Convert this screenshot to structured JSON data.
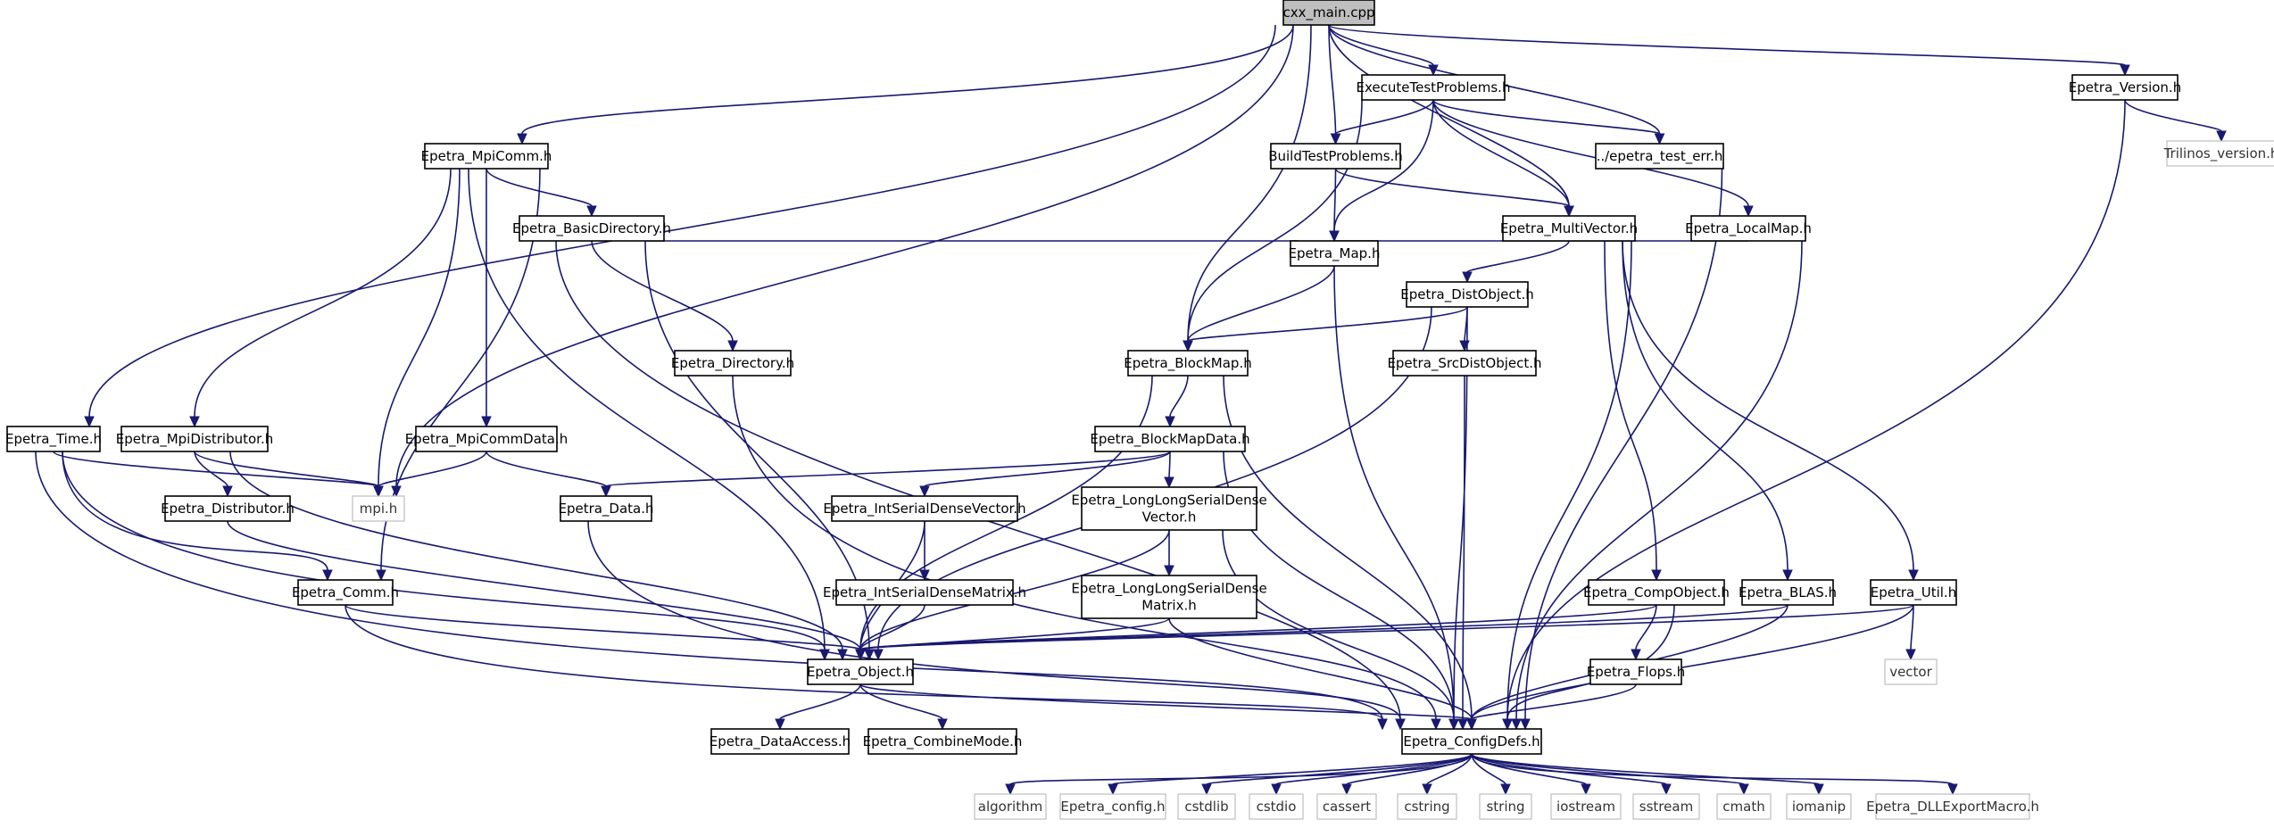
{
  "diagram": {
    "nodes": {
      "cxx_main": {
        "lines": [
          "cxx_main.cpp"
        ],
        "root": true
      },
      "ExecuteTestProblems": {
        "lines": [
          "ExecuteTestProblems.h"
        ]
      },
      "Epetra_Version": {
        "lines": [
          "Epetra_Version.h"
        ]
      },
      "Trilinos_version": {
        "lines": [
          "Trilinos_version.h"
        ],
        "grey": true
      },
      "Epetra_MpiComm": {
        "lines": [
          "Epetra_MpiComm.h"
        ]
      },
      "BuildTestProblems": {
        "lines": [
          "BuildTestProblems.h"
        ]
      },
      "epetra_test_err": {
        "lines": [
          "../epetra_test_err.h"
        ]
      },
      "Epetra_BasicDirectory": {
        "lines": [
          "Epetra_BasicDirectory.h"
        ]
      },
      "Epetra_MultiVector": {
        "lines": [
          "Epetra_MultiVector.h"
        ]
      },
      "Epetra_LocalMap": {
        "lines": [
          "Epetra_LocalMap.h"
        ]
      },
      "Epetra_Map": {
        "lines": [
          "Epetra_Map.h"
        ]
      },
      "Epetra_DistObject": {
        "lines": [
          "Epetra_DistObject.h"
        ]
      },
      "Epetra_Directory": {
        "lines": [
          "Epetra_Directory.h"
        ]
      },
      "Epetra_BlockMap": {
        "lines": [
          "Epetra_BlockMap.h"
        ]
      },
      "Epetra_SrcDistObject": {
        "lines": [
          "Epetra_SrcDistObject.h"
        ]
      },
      "Epetra_Time": {
        "lines": [
          "Epetra_Time.h"
        ]
      },
      "Epetra_MpiDistributor": {
        "lines": [
          "Epetra_MpiDistributor.h"
        ]
      },
      "Epetra_MpiCommData": {
        "lines": [
          "Epetra_MpiCommData.h"
        ]
      },
      "Epetra_BlockMapData": {
        "lines": [
          "Epetra_BlockMapData.h"
        ]
      },
      "mpi": {
        "lines": [
          "mpi.h"
        ],
        "grey": true
      },
      "Epetra_Distributor": {
        "lines": [
          "Epetra_Distributor.h"
        ]
      },
      "Epetra_Data": {
        "lines": [
          "Epetra_Data.h"
        ]
      },
      "Epetra_IntSerialDenseVector": {
        "lines": [
          "Epetra_IntSerialDenseVector.h"
        ]
      },
      "Epetra_LongLongSerialDenseVector": {
        "lines": [
          "Epetra_LongLongSerialDense",
          "Vector.h"
        ]
      },
      "Epetra_Comm": {
        "lines": [
          "Epetra_Comm.h"
        ]
      },
      "Epetra_IntSerialDenseMatrix": {
        "lines": [
          "Epetra_IntSerialDenseMatrix.h"
        ]
      },
      "Epetra_LongLongSerialDenseMatrix": {
        "lines": [
          "Epetra_LongLongSerialDense",
          "Matrix.h"
        ]
      },
      "Epetra_CompObject": {
        "lines": [
          "Epetra_CompObject.h"
        ]
      },
      "Epetra_BLAS": {
        "lines": [
          "Epetra_BLAS.h"
        ]
      },
      "Epetra_Util": {
        "lines": [
          "Epetra_Util.h"
        ]
      },
      "Epetra_Object": {
        "lines": [
          "Epetra_Object.h"
        ]
      },
      "Epetra_Flops": {
        "lines": [
          "Epetra_Flops.h"
        ]
      },
      "vector": {
        "lines": [
          "vector"
        ],
        "grey": true
      },
      "Epetra_ConfigDefs": {
        "lines": [
          "Epetra_ConfigDefs.h"
        ]
      },
      "Epetra_DataAccess": {
        "lines": [
          "Epetra_DataAccess.h"
        ]
      },
      "Epetra_CombineMode": {
        "lines": [
          "Epetra_CombineMode.h"
        ]
      },
      "algorithm": {
        "lines": [
          "algorithm"
        ],
        "grey": true
      },
      "Epetra_config": {
        "lines": [
          "Epetra_config.h"
        ],
        "grey": true
      },
      "cstdlib": {
        "lines": [
          "cstdlib"
        ],
        "grey": true
      },
      "cstdio": {
        "lines": [
          "cstdio"
        ],
        "grey": true
      },
      "cassert": {
        "lines": [
          "cassert"
        ],
        "grey": true
      },
      "cstring": {
        "lines": [
          "cstring"
        ],
        "grey": true
      },
      "string": {
        "lines": [
          "string"
        ],
        "grey": true
      },
      "iostream": {
        "lines": [
          "iostream"
        ],
        "grey": true
      },
      "sstream": {
        "lines": [
          "sstream"
        ],
        "grey": true
      },
      "cmath": {
        "lines": [
          "cmath"
        ],
        "grey": true
      },
      "iomanip": {
        "lines": [
          "iomanip"
        ],
        "grey": true
      },
      "Epetra_DLLExportMacro": {
        "lines": [
          "Epetra_DLLExportMacro.h"
        ],
        "grey": true
      }
    },
    "edges": [
      [
        "cxx_main",
        "ExecuteTestProblems"
      ],
      [
        "cxx_main",
        "Epetra_Version"
      ],
      [
        "cxx_main",
        "Epetra_MpiComm"
      ],
      [
        "cxx_main",
        "BuildTestProblems"
      ],
      [
        "cxx_main",
        "epetra_test_err"
      ],
      [
        "cxx_main",
        "Epetra_MultiVector"
      ],
      [
        "cxx_main",
        "Epetra_BlockMap"
      ],
      [
        "cxx_main",
        "Epetra_Time"
      ],
      [
        "cxx_main",
        "mpi"
      ],
      [
        "Epetra_Version",
        "Trilinos_version"
      ],
      [
        "Epetra_Version",
        "Epetra_ConfigDefs"
      ],
      [
        "ExecuteTestProblems",
        "BuildTestProblems"
      ],
      [
        "ExecuteTestProblems",
        "epetra_test_err"
      ],
      [
        "ExecuteTestProblems",
        "Epetra_MultiVector"
      ],
      [
        "ExecuteTestProblems",
        "Epetra_LocalMap"
      ],
      [
        "ExecuteTestProblems",
        "Epetra_Map"
      ],
      [
        "ExecuteTestProblems",
        "Epetra_BlockMap"
      ],
      [
        "BuildTestProblems",
        "Epetra_MultiVector"
      ],
      [
        "BuildTestProblems",
        "Epetra_Map"
      ],
      [
        "epetra_test_err",
        "Epetra_ConfigDefs"
      ],
      [
        "Epetra_MpiComm",
        "Epetra_BasicDirectory"
      ],
      [
        "Epetra_MpiComm",
        "Epetra_MpiCommData"
      ],
      [
        "Epetra_MpiComm",
        "Epetra_MpiDistributor"
      ],
      [
        "Epetra_MpiComm",
        "mpi"
      ],
      [
        "Epetra_MpiComm",
        "Epetra_Comm"
      ],
      [
        "Epetra_MpiComm",
        "Epetra_Object"
      ],
      [
        "Epetra_BasicDirectory",
        "Epetra_Map"
      ],
      [
        "Epetra_BasicDirectory",
        "Epetra_Directory"
      ],
      [
        "Epetra_BasicDirectory",
        "Epetra_Object"
      ],
      [
        "Epetra_BasicDirectory",
        "Epetra_ConfigDefs"
      ],
      [
        "Epetra_LocalMap",
        "Epetra_Map"
      ],
      [
        "Epetra_LocalMap",
        "Epetra_ConfigDefs"
      ],
      [
        "Epetra_MultiVector",
        "Epetra_DistObject"
      ],
      [
        "Epetra_MultiVector",
        "Epetra_CompObject"
      ],
      [
        "Epetra_MultiVector",
        "Epetra_BLAS"
      ],
      [
        "Epetra_MultiVector",
        "Epetra_Util"
      ],
      [
        "Epetra_MultiVector",
        "Epetra_ConfigDefs"
      ],
      [
        "Epetra_Map",
        "Epetra_BlockMap"
      ],
      [
        "Epetra_Map",
        "Epetra_ConfigDefs"
      ],
      [
        "Epetra_DistObject",
        "Epetra_BlockMap"
      ],
      [
        "Epetra_DistObject",
        "Epetra_SrcDistObject"
      ],
      [
        "Epetra_DistObject",
        "Epetra_Object"
      ],
      [
        "Epetra_DistObject",
        "Epetra_ConfigDefs"
      ],
      [
        "Epetra_SrcDistObject",
        "Epetra_ConfigDefs"
      ],
      [
        "Epetra_Directory",
        "Epetra_ConfigDefs"
      ],
      [
        "Epetra_BlockMap",
        "Epetra_BlockMapData"
      ],
      [
        "Epetra_BlockMap",
        "Epetra_Object"
      ],
      [
        "Epetra_BlockMap",
        "Epetra_ConfigDefs"
      ],
      [
        "Epetra_Time",
        "mpi"
      ],
      [
        "Epetra_Time",
        "Epetra_Comm"
      ],
      [
        "Epetra_Time",
        "Epetra_Object"
      ],
      [
        "Epetra_Time",
        "Epetra_ConfigDefs"
      ],
      [
        "Epetra_MpiDistributor",
        "Epetra_Distributor"
      ],
      [
        "Epetra_MpiDistributor",
        "mpi"
      ],
      [
        "Epetra_MpiDistributor",
        "Epetra_Object"
      ],
      [
        "Epetra_MpiCommData",
        "mpi"
      ],
      [
        "Epetra_MpiCommData",
        "Epetra_Data"
      ],
      [
        "Epetra_BlockMapData",
        "Epetra_Data"
      ],
      [
        "Epetra_BlockMapData",
        "Epetra_IntSerialDenseVector"
      ],
      [
        "Epetra_BlockMapData",
        "Epetra_LongLongSerialDenseVector"
      ],
      [
        "Epetra_BlockMapData",
        "Epetra_ConfigDefs"
      ],
      [
        "Epetra_Distributor",
        "Epetra_Object"
      ],
      [
        "Epetra_Data",
        "Epetra_ConfigDefs"
      ],
      [
        "Epetra_IntSerialDenseVector",
        "Epetra_IntSerialDenseMatrix"
      ],
      [
        "Epetra_IntSerialDenseVector",
        "Epetra_Object"
      ],
      [
        "Epetra_LongLongSerialDenseVector",
        "Epetra_LongLongSerialDenseMatrix"
      ],
      [
        "Epetra_LongLongSerialDenseVector",
        "Epetra_Object"
      ],
      [
        "Epetra_LongLongSerialDenseVector",
        "Epetra_ConfigDefs"
      ],
      [
        "Epetra_IntSerialDenseMatrix",
        "Epetra_Object"
      ],
      [
        "Epetra_LongLongSerialDenseMatrix",
        "Epetra_Object"
      ],
      [
        "Epetra_LongLongSerialDenseMatrix",
        "Epetra_ConfigDefs"
      ],
      [
        "Epetra_Comm",
        "Epetra_Object"
      ],
      [
        "Epetra_Comm",
        "Epetra_ConfigDefs"
      ],
      [
        "Epetra_CompObject",
        "Epetra_Flops"
      ],
      [
        "Epetra_CompObject",
        "Epetra_Object"
      ],
      [
        "Epetra_CompObject",
        "Epetra_ConfigDefs"
      ],
      [
        "Epetra_BLAS",
        "Epetra_Object"
      ],
      [
        "Epetra_BLAS",
        "Epetra_ConfigDefs"
      ],
      [
        "Epetra_Util",
        "vector"
      ],
      [
        "Epetra_Util",
        "Epetra_Object"
      ],
      [
        "Epetra_Util",
        "Epetra_ConfigDefs"
      ],
      [
        "Epetra_Flops",
        "Epetra_ConfigDefs"
      ],
      [
        "Epetra_Object",
        "Epetra_DataAccess"
      ],
      [
        "Epetra_Object",
        "Epetra_CombineMode"
      ],
      [
        "Epetra_Object",
        "Epetra_ConfigDefs"
      ],
      [
        "Epetra_ConfigDefs",
        "algorithm"
      ],
      [
        "Epetra_ConfigDefs",
        "Epetra_config"
      ],
      [
        "Epetra_ConfigDefs",
        "cstdlib"
      ],
      [
        "Epetra_ConfigDefs",
        "cstdio"
      ],
      [
        "Epetra_ConfigDefs",
        "cassert"
      ],
      [
        "Epetra_ConfigDefs",
        "cstring"
      ],
      [
        "Epetra_ConfigDefs",
        "string"
      ],
      [
        "Epetra_ConfigDefs",
        "iostream"
      ],
      [
        "Epetra_ConfigDefs",
        "sstream"
      ],
      [
        "Epetra_ConfigDefs",
        "cmath"
      ],
      [
        "Epetra_ConfigDefs",
        "iomanip"
      ],
      [
        "Epetra_ConfigDefs",
        "Epetra_DLLExportMacro"
      ]
    ]
  },
  "colors": {
    "edge": "#191970",
    "box_border": "#000000",
    "box_border_external": "#bfbfbf",
    "root_fill": "#bfbfbf",
    "background": "#ffffff"
  }
}
